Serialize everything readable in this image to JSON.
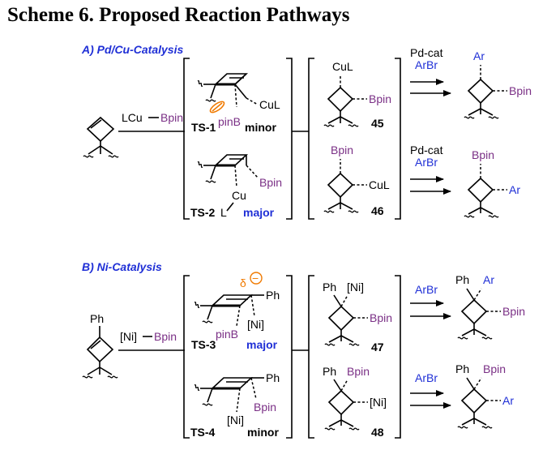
{
  "title": "Scheme 6. Proposed Reaction Pathways",
  "section_a": {
    "label": "A) Pd/Cu-Catalysis",
    "reagent": "LCu",
    "reagent_boron": "Bpin",
    "ts1": {
      "label": "TS-1",
      "note": "minor",
      "cu": "CuL",
      "b": "pinB"
    },
    "ts2": {
      "label": "TS-2",
      "note": "major",
      "b": "Bpin",
      "cu": "Cu",
      "l": "L"
    },
    "int45": {
      "top": "CuL",
      "side": "Bpin",
      "number": "45"
    },
    "int46": {
      "top": "Bpin",
      "side": "CuL",
      "number": "46"
    },
    "cond1": {
      "line1": "Pd-cat",
      "line2": "ArBr"
    },
    "cond2": {
      "line1": "Pd-cat",
      "line2": "ArBr"
    },
    "prod1": {
      "top": "Ar",
      "side": "Bpin"
    },
    "prod2": {
      "top": "Bpin",
      "side": "Ar"
    }
  },
  "section_b": {
    "label": "B) Ni-Catalysis",
    "substrate_ph": "Ph",
    "reagent": "[Ni]",
    "reagent_boron": "Bpin",
    "ts3": {
      "label": "TS-3",
      "note": "major",
      "ph": "Ph",
      "ni": "[Ni]",
      "b": "pinB",
      "delta": "δ",
      "charge": "−"
    },
    "ts4": {
      "label": "TS-4",
      "note": "minor",
      "ph": "Ph",
      "b": "Bpin",
      "ni": "[Ni]"
    },
    "int47": {
      "ph": "Ph",
      "top": "[Ni]",
      "side": "Bpin",
      "number": "47"
    },
    "int48": {
      "ph": "Ph",
      "top": "Bpin",
      "side": "[Ni]",
      "number": "48"
    },
    "cond1": "ArBr",
    "cond2": "ArBr",
    "prod1": {
      "ph": "Ph",
      "top": "Ar",
      "side": "Bpin"
    },
    "prod2": {
      "ph": "Ph",
      "top": "Bpin",
      "side": "Ar"
    }
  },
  "colors": {
    "boron": "#7a2f85",
    "label": "#1f2fd6",
    "delta": "#f07a00"
  }
}
